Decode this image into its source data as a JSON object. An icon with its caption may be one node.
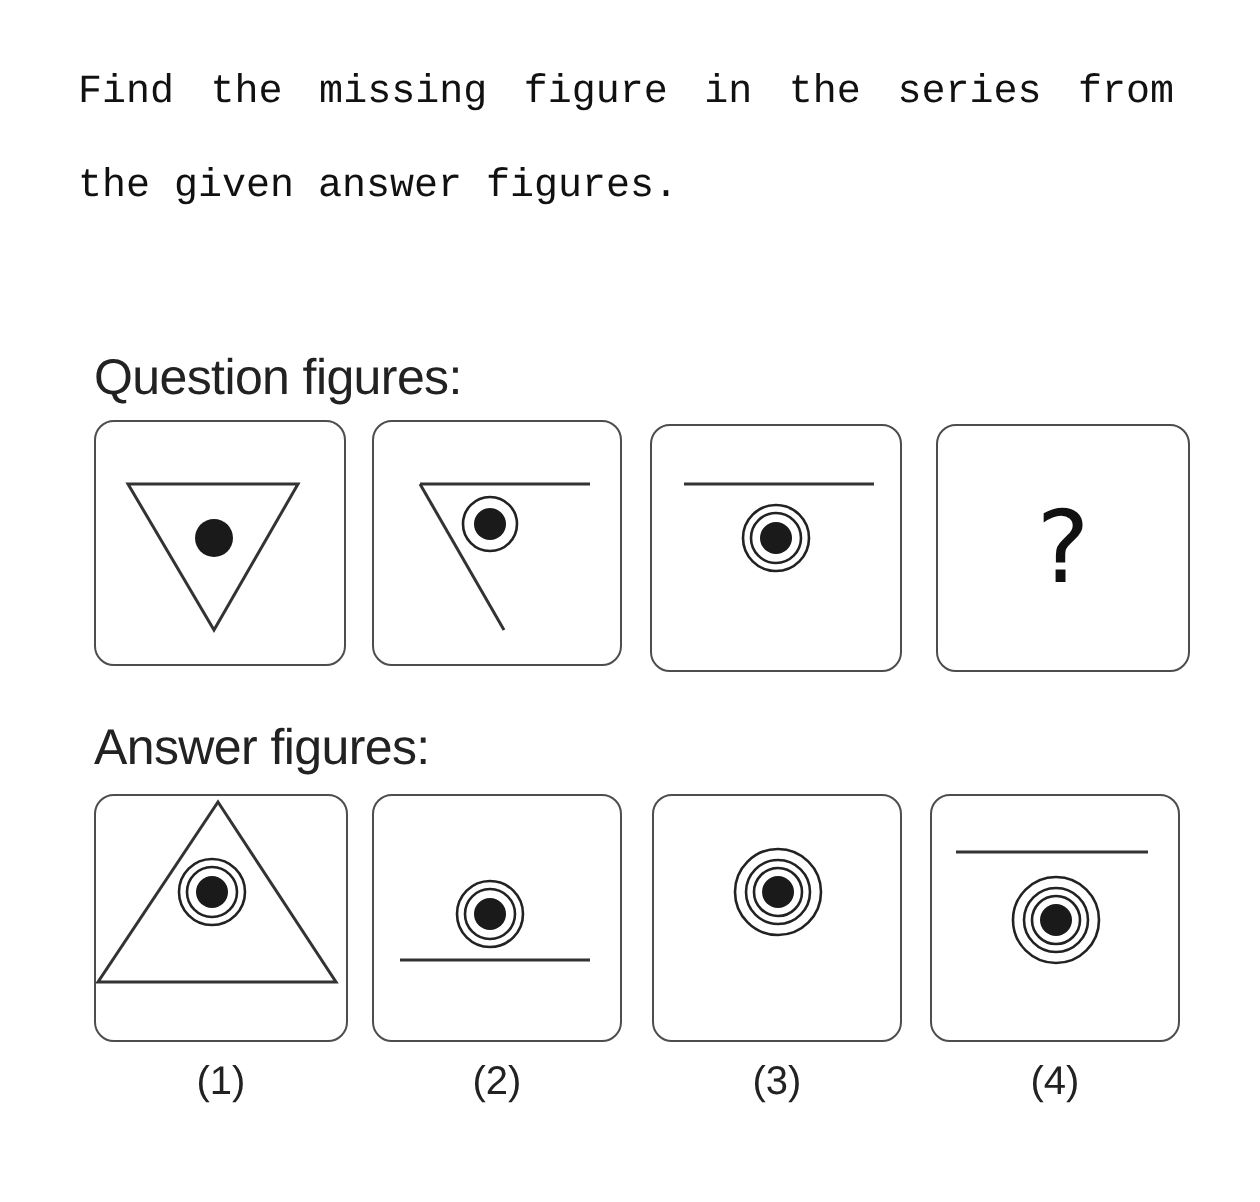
{
  "diagram": {
    "title": "Find the missing figure in the series from the given answer figures.",
    "nodes": [
      {
        "text": [],
        "shape": "box"
      },
      {
        "text": [],
        "shape": "box"
      },
      {
        "text": [],
        "shape": "box"
      },
      {
        "text": [
          "?"
        ]
      },
      {
        "text": [],
        "shape": "box",
        "beside": [
          "(1)"
        ]
      },
      {
        "text": [],
        "shape": "box",
        "beside": [
          "(2)"
        ]
      },
      {
        "text": [],
        "shape": "box",
        "beside": [
          "(3)"
        ]
      },
      {
        "text": [],
        "shape": "box",
        "beside": [
          "(4)"
        ]
      }
    ],
    "labels": [
      "Question figures:",
      "Answer figures:"
    ]
  }
}
